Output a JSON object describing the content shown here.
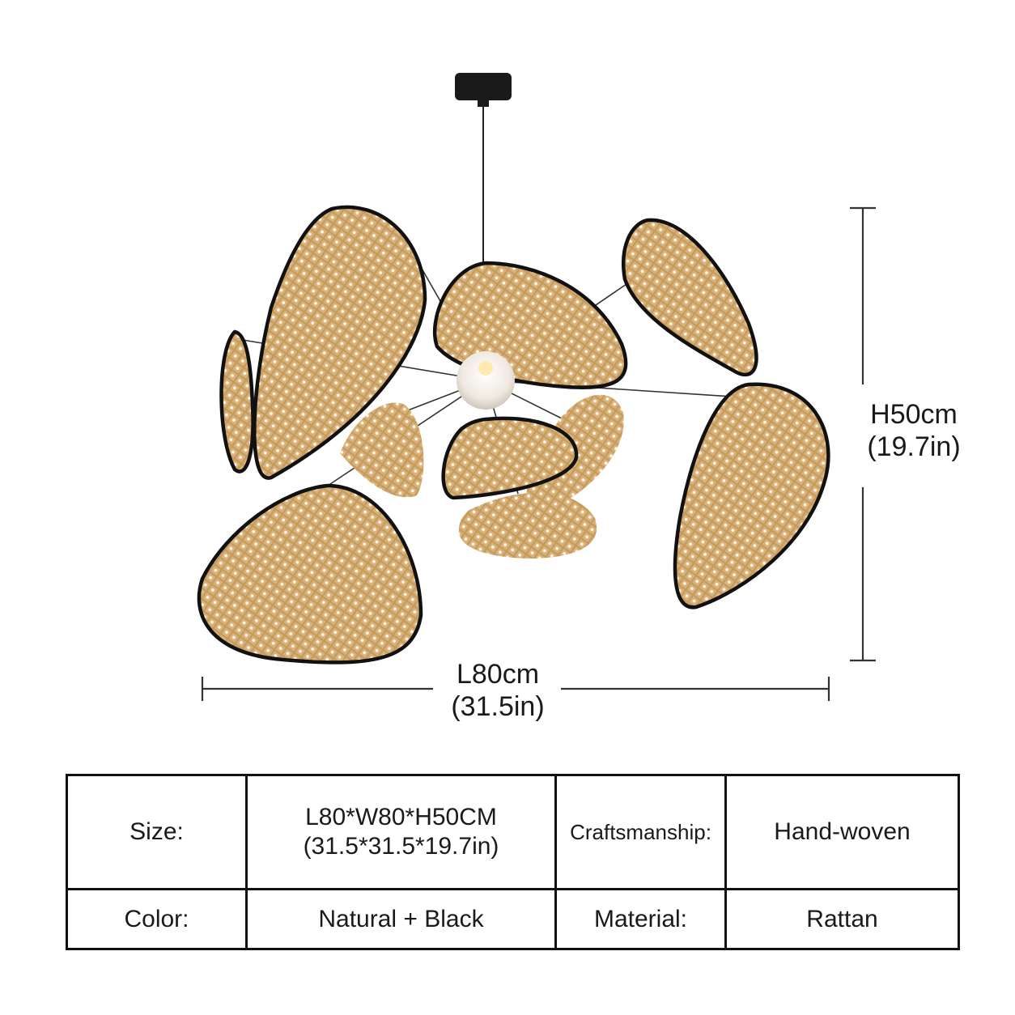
{
  "dimensions": {
    "height_cm": "H50cm",
    "height_in": "(19.7in)",
    "length_cm": "L80cm",
    "length_in": "(31.5in)"
  },
  "colors": {
    "rattan": "#d9b27a",
    "rattan_dark": "#b98c52",
    "frame": "#111111",
    "weave_hole": "#fff6e6"
  },
  "specs": {
    "rows": [
      {
        "label1": "Size:",
        "value1_line1": "L80*W80*H50CM",
        "value1_line2": "(31.5*31.5*19.7in)",
        "label2": "Craftsmanship:",
        "value2": "Hand-woven"
      },
      {
        "label1": "Color:",
        "value1_line1": "Natural + Black",
        "value1_line2": "",
        "label2": "Material:",
        "value2": "Rattan"
      }
    ]
  }
}
